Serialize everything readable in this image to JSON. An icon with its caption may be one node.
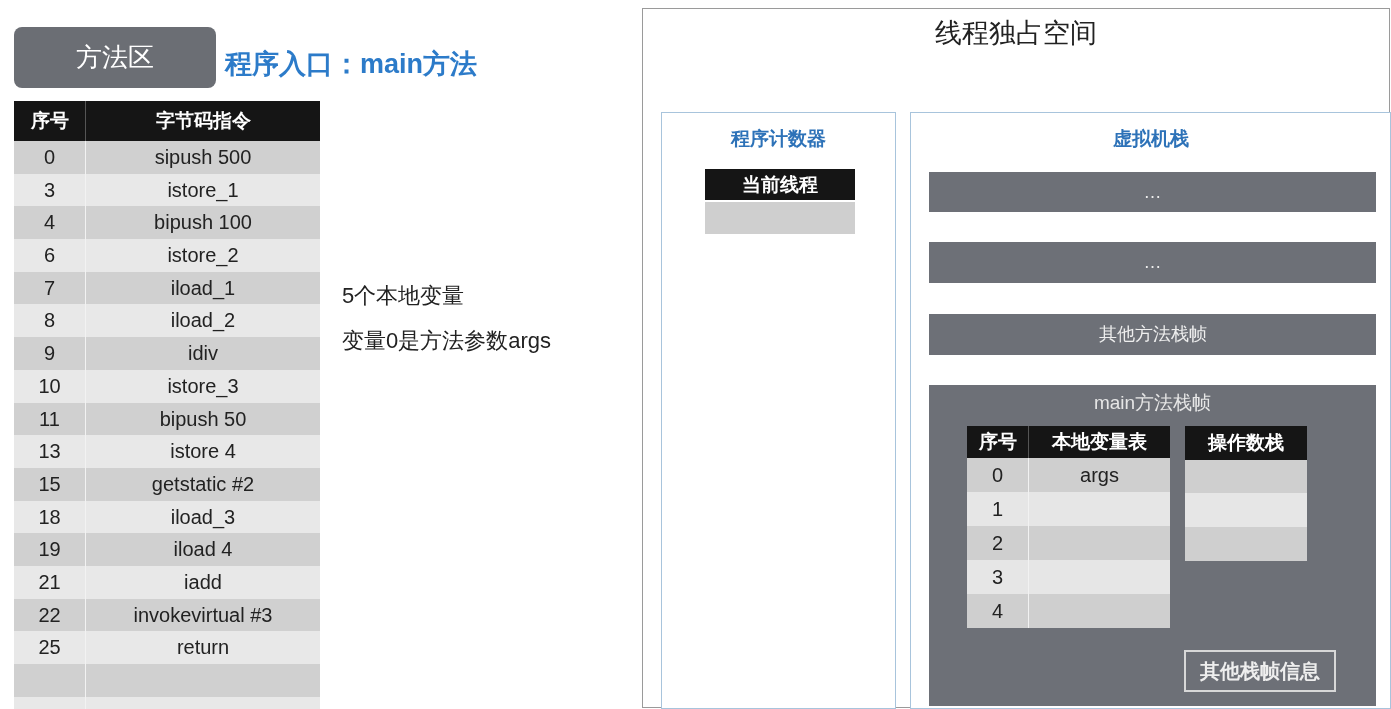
{
  "diagram": {
    "nodes": [
      {
        "text": [
          "方法区"
        ]
      },
      {
        "text": [
          "线程独占空间"
        ]
      },
      {
        "text": [
          "程序计数器"
        ],
        "in": 1
      },
      {
        "text": [
          "当前线程"
        ],
        "in": 2
      },
      {
        "text": [
          "虚拟机栈"
        ],
        "in": 1
      },
      {
        "text": [
          "…"
        ],
        "in": 4
      },
      {
        "text": [
          "…"
        ],
        "in": 4
      },
      {
        "text": [
          "其他方法栈帧"
        ],
        "in": 4
      },
      {
        "text": [
          "main方法栈帧"
        ],
        "in": 4
      },
      {
        "text": [
          "操作数栈"
        ],
        "in": 8
      },
      {
        "text": [
          "其他栈帧信息"
        ],
        "in": 8
      }
    ],
    "labels": [
      "程序入口：main方法",
      "序号",
      "字节码指令",
      "0",
      "sipush 500",
      "3",
      "istore_1",
      "4",
      "bipush 100",
      "6",
      "istore_2",
      "7",
      "iload_1",
      "8",
      "iload_2",
      "9",
      "idiv",
      "10",
      "istore_3",
      "11",
      "bipush 50",
      "13",
      "istore 4",
      "15",
      "getstatic #2",
      "18",
      "iload_3",
      "19",
      "iload 4",
      "21",
      "iadd",
      "22",
      "invokevirtual #3",
      "25",
      "return",
      "5个本地变量",
      "变量0是方法参数args",
      "序号",
      "本地变量表",
      "0",
      "args",
      "1",
      "2",
      "3",
      "4"
    ]
  }
}
